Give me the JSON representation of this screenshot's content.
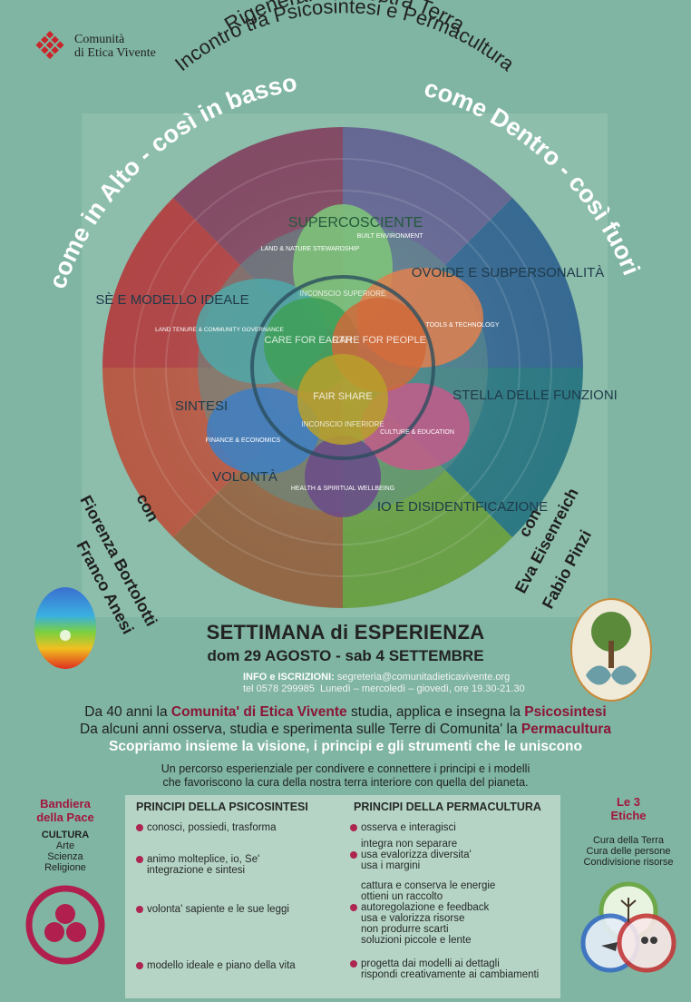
{
  "logo": {
    "line1": "Comunità",
    "line2": "di Etica Vivente"
  },
  "arc": {
    "line1": "Rigenerare la nostra Terra",
    "line2": "Incontro tra Psicosintesi e Permacultura",
    "left": "come in Alto - così in basso",
    "right": "come Dentro - così fuori"
  },
  "wheel": {
    "petals": [
      "SUPERCOSCIENTE",
      "OVOIDE E SUBPERSONALITÀ",
      "STELLA DELLE FUNZIONI",
      "IO E DISIDENTIFICAZIONE",
      "VOLONTÀ",
      "SINTESI",
      "SÈ E MODELLO IDEALE"
    ],
    "domains": [
      "BUILT ENVIRONMENT",
      "TOOLS & TECHNOLOGY",
      "CULTURE & EDUCATION",
      "HEALTH & SPIRITUAL WELLBEING",
      "FINANCE & ECONOMICS",
      "LAND TENURE & COMMUNITY GOVERNANCE",
      "LAND & NATURE STEWARDSHIP"
    ],
    "center": [
      "CARE FOR EARTH",
      "CARE FOR PEOPLE",
      "FAIR SHARE"
    ],
    "inconscio_sup": "INCONSCIO SUPERIORE",
    "inconscio_inf": "INCONSCIO INFERIORE"
  },
  "hosts": {
    "left_con": "con",
    "left1": "Fiorenza Bortolotti",
    "left2": "Franco Anesi",
    "right_con": "con",
    "right1": "Eva Eisenreich",
    "right2": "Fabio Pinzi"
  },
  "event": {
    "title": "SETTIMANA di ESPERIENZA",
    "dates": "dom 29 AGOSTO - sab 4 SETTEMBRE",
    "info_label": "INFO e ISCRIZIONI:",
    "email": "segreteria@comunitadieticavivente.org",
    "phone": "tel 0578 299985",
    "hours": "Lunedì – mercoledì – giovedì, ore 19.30-21.30"
  },
  "lines": {
    "l1a": "Da 40 anni la ",
    "l1b": "Comunita' di Etica Vivente",
    "l1c": " studia, applica e insegna la ",
    "l1d": "Psicosintesi",
    "l2a": "Da alcuni anni osserva, studia e sperimenta sulle Terre di Comunita' la ",
    "l2b": "Permacultura",
    "l3": "Scopriamo insieme la visione, i principi e gli strumenti che le uniscono",
    "p1": "Un percorso esperienziale per condivere e connettere i principi e i modelli",
    "p2": "che favoriscono la cura della nostra terra interiore con quella del pianeta."
  },
  "bandiera": {
    "title1": "Bandiera",
    "title2": "della Pace",
    "items": [
      "CULTURA",
      "Arte",
      "Scienza",
      "Religione"
    ]
  },
  "psico": {
    "title": "PRINCIPI DELLA PSICOSINTESI",
    "items": [
      "conosci, possiedi, trasforma",
      "animo molteplice, io, Se'",
      "integrazione e sintesi",
      "volonta' sapiente e le sue leggi",
      "modello ideale e piano della vita"
    ]
  },
  "perma": {
    "title": "PRINCIPI DELLA PERMACULTURA",
    "items": [
      "osserva e interagisci",
      "integra non separare",
      "usa evalorizza diversita'",
      "usa i margini",
      "cattura e conserva le energie",
      "ottieni un raccolto",
      "autoregolazione e feedback",
      "usa e valorizza risorse",
      "non produrre scarti",
      "soluzioni piccole e lente",
      "progetta dai modelli ai dettagli",
      "rispondi creativamente ai cambiamenti"
    ]
  },
  "etiche": {
    "title1": "Le 3",
    "title2": "Etiche",
    "items": [
      "Cura della Terra",
      "Cura delle persone",
      "Condivisione risorse"
    ]
  },
  "colors": {
    "bg": "#7fb5a2",
    "accent": "#a3163f",
    "sector_red": "#b9494a",
    "sector_blue": "#3a6f9a",
    "sector_green": "#6fa84a"
  }
}
